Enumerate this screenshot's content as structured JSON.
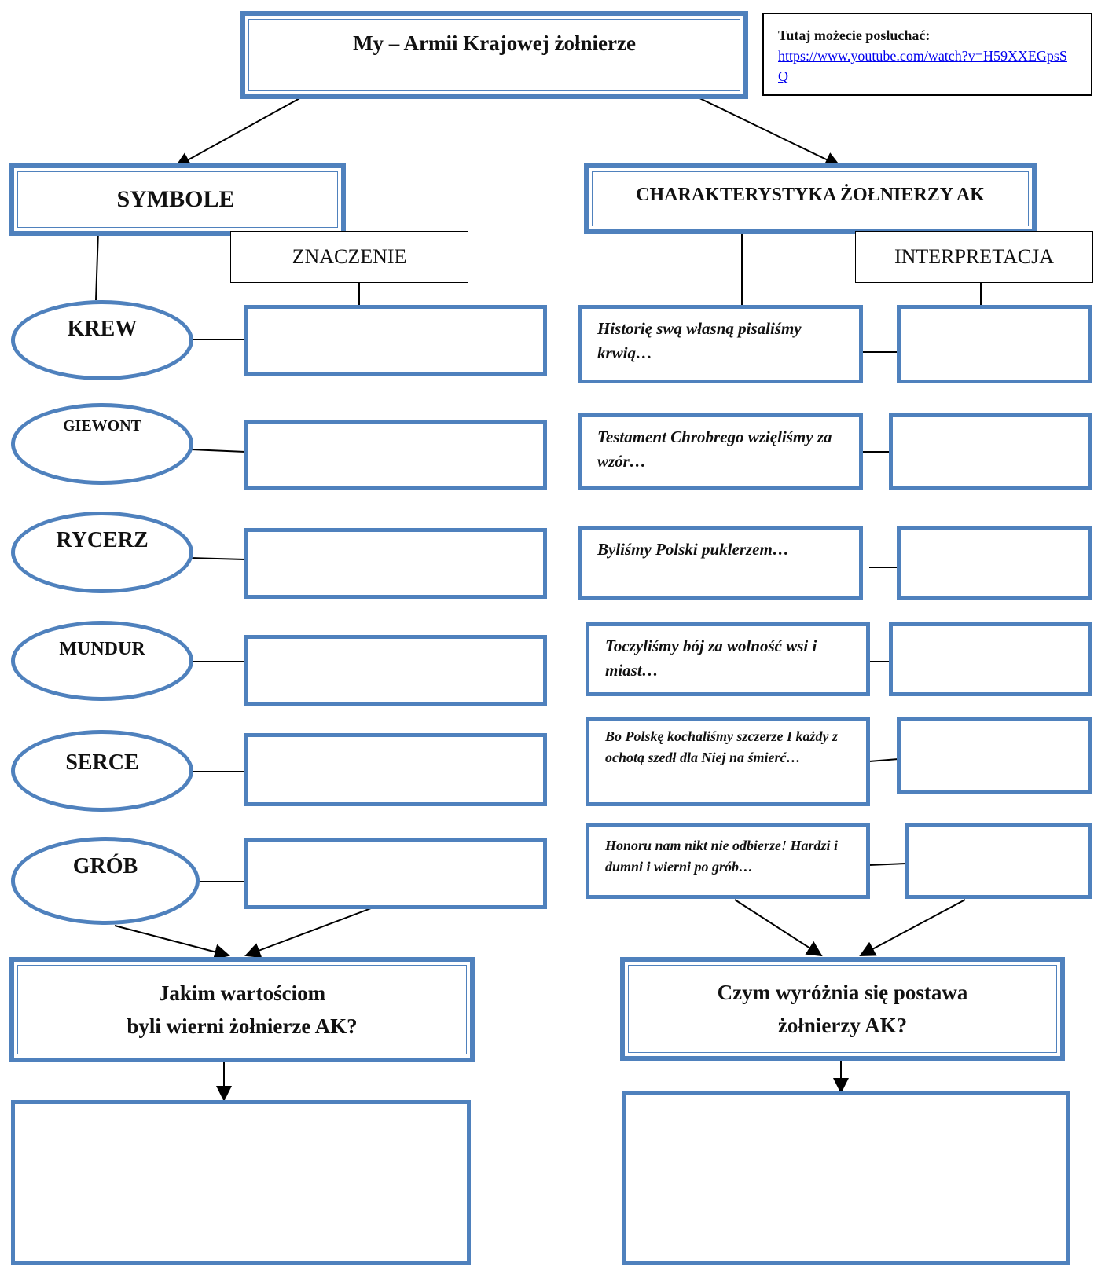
{
  "title": "My – Armii Krajowej żołnierze",
  "listen": {
    "label": "Tutaj możecie posłuchać:",
    "link": "https://www.youtube.com/watch?v=H59XXEGpsSQ"
  },
  "left": {
    "header": "SYMBOLE",
    "column_label": "ZNACZENIE",
    "symbols": [
      "KREW",
      "GIEWONT",
      "RYCERZ",
      "MUNDUR",
      "SERCE",
      "GRÓB"
    ],
    "question_line1": "Jakim wartościom",
    "question_line2": "byli wierni żołnierze AK?"
  },
  "right": {
    "header": "CHARAKTERYSTYKA ŻOŁNIERZY AK",
    "column_label": "INTERPRETACJA",
    "quotes": [
      "Historię swą własną pisaliśmy krwią…",
      "Testament Chrobrego wzięliśmy za wzór…",
      "Byliśmy Polski puklerzem…",
      "Toczyliśmy bój za wolność wsi i miast…",
      "Bo Polskę kochaliśmy szczerze I każdy z ochotą szedł dla Niej na śmierć…",
      "Honoru nam nikt nie odbierze! Hardzi i dumni i wierni po grób…"
    ],
    "question_line1": "Czym wyróżnia się postawa",
    "question_line2": "żołnierzy AK?"
  },
  "colors": {
    "frame": "#4f81bd",
    "link": "#0000ee"
  }
}
